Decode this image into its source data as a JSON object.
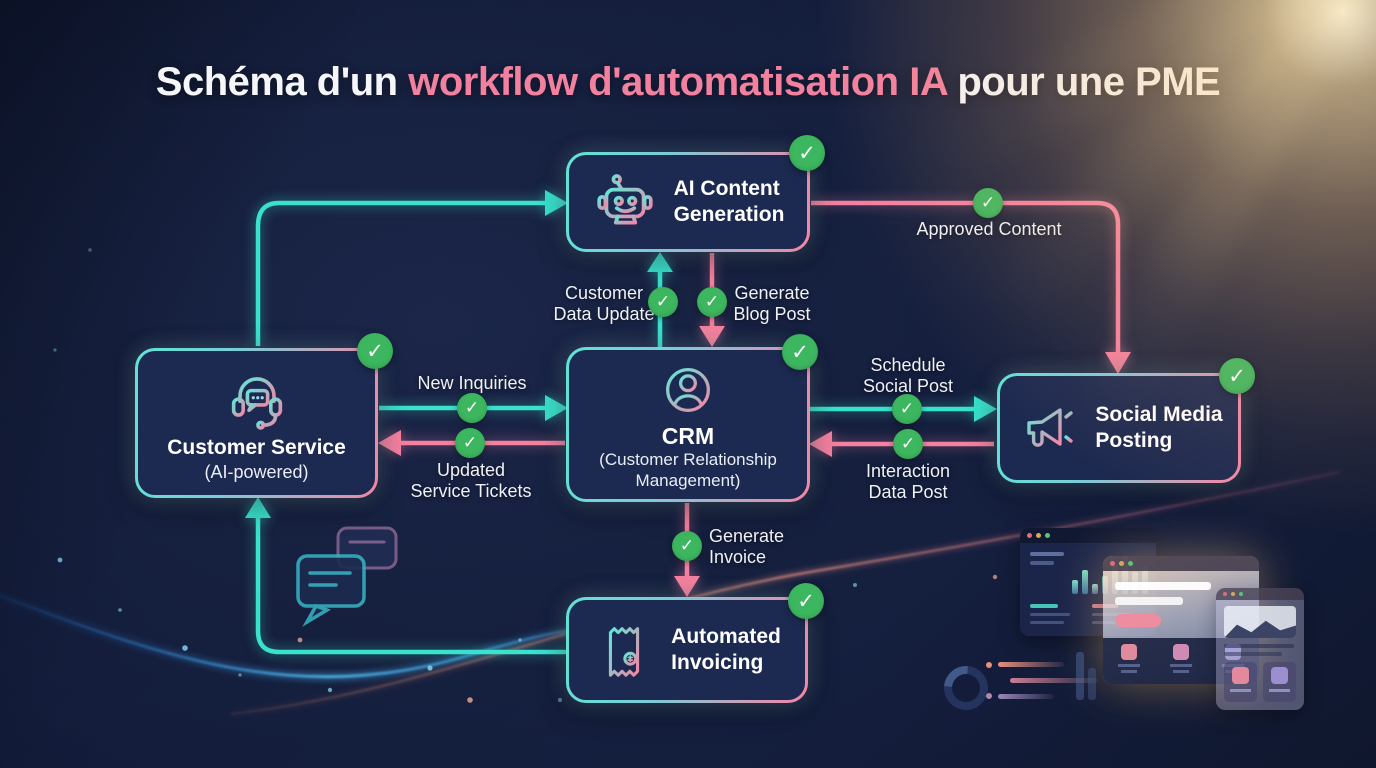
{
  "title": {
    "part1": "Schéma d'un ",
    "part2": "workflow d'automatisation IA",
    "part3": " pour une PME"
  },
  "icons": {
    "check": "✓"
  },
  "nodes": {
    "ai_content": {
      "icon": "robot-icon",
      "line1": "AI Content",
      "line2": "Generation"
    },
    "customer_service": {
      "icon": "headset-icon",
      "line1": "Customer Service",
      "line2": "(AI-powered)"
    },
    "crm": {
      "icon": "user-icon",
      "line1": "CRM",
      "line2": "(Customer Relationship",
      "line3": "Management)"
    },
    "social_media": {
      "icon": "megaphone-icon",
      "line1": "Social Media",
      "line2": "Posting"
    },
    "invoicing": {
      "icon": "receipt-icon",
      "line1": "Automated",
      "line2": "Invoicing"
    }
  },
  "edges": {
    "approved_content": {
      "line1": "Approved Content"
    },
    "customer_data_update": {
      "line1": "Customer",
      "line2": "Data Update"
    },
    "generate_blog_post": {
      "line1": "Generate",
      "line2": "Blog Post"
    },
    "new_inquiries": {
      "line1": "New Inquiries"
    },
    "updated_service_tickets": {
      "line1": "Updated",
      "line2": "Service Tickets"
    },
    "schedule_social_post": {
      "line1": "Schedule",
      "line2": "Social Post"
    },
    "interaction_data_post": {
      "line1": "Interaction",
      "line2": "Data Post"
    },
    "generate_invoice": {
      "line1": "Generate",
      "line2": "Invoice"
    }
  },
  "colors": {
    "background": "#131c38",
    "box_fill": "#1c2950",
    "teal": "#38e2cc",
    "pink": "#f5809f",
    "green": "#3db75f",
    "title_highlight": "#f2809f",
    "text": "#ffffff"
  }
}
